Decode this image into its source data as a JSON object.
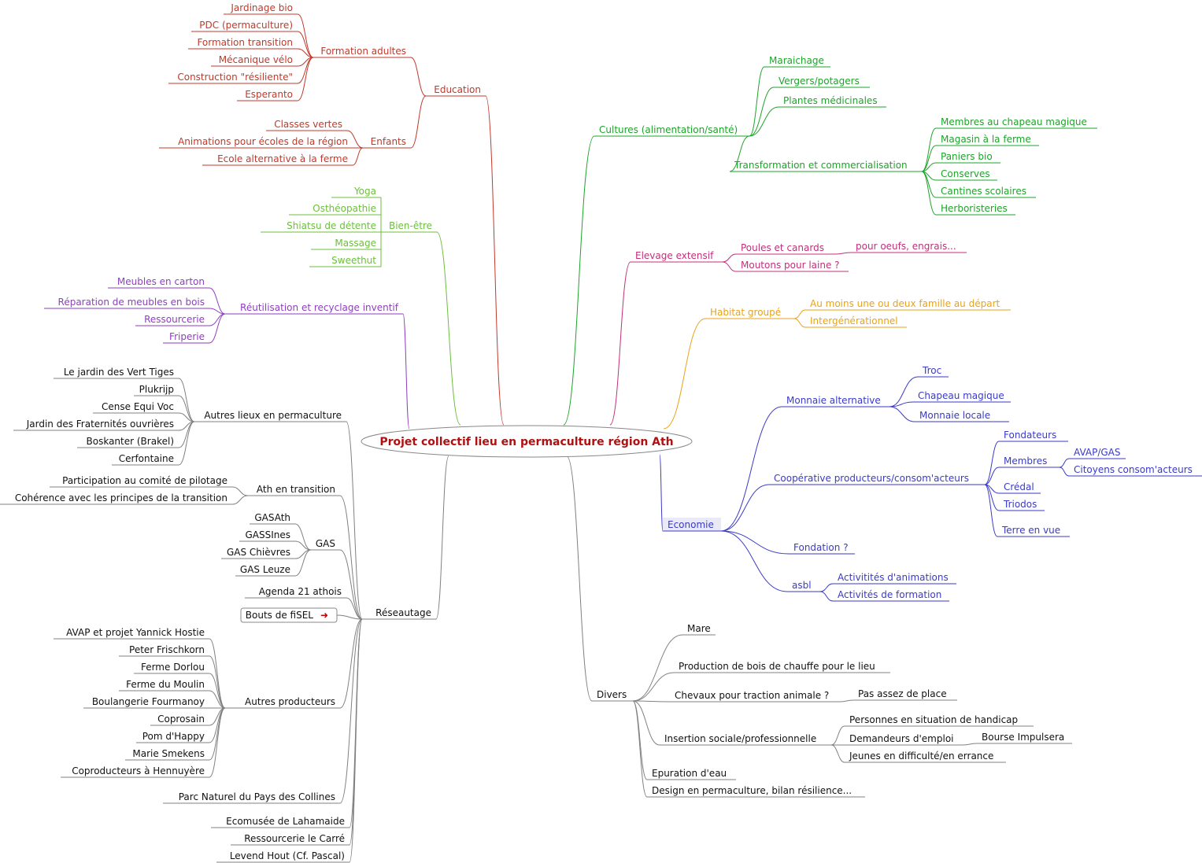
{
  "title": "Projet collectif lieu en permaculture région Ath",
  "colors": {
    "education": "#c0392b",
    "bienetre": "#6cbf3c",
    "reutil": "#8e3ebf",
    "reseau": "#808080",
    "text_dark": "#111111",
    "cultures": "#1ea32a",
    "elevage": "#c0307a",
    "habitat": "#e8a317",
    "economie": "#3a3ac8",
    "economie_bg": "#eaeaf6",
    "divers": "#808080",
    "title": "#b01010"
  },
  "branches": {
    "education": {
      "label": "Education",
      "formation_adultes": {
        "label": "Formation adultes",
        "items": [
          "Jardinage bio",
          "PDC (permaculture)",
          "Formation transition",
          "Mécanique vélo",
          "Construction \"résiliente\"",
          "Esperanto"
        ]
      },
      "enfants": {
        "label": "Enfants",
        "items": [
          "Classes vertes",
          "Animations pour écoles de la région",
          "Ecole alternative à la ferme"
        ]
      }
    },
    "bienetre": {
      "label": "Bien-être",
      "items": [
        "Yoga",
        "Osthéopathie",
        "Shiatsu de détente",
        "Massage",
        "Sweethut"
      ]
    },
    "reutil": {
      "label": "Réutilisation et recyclage inventif",
      "items": [
        "Meubles en carton",
        "Réparation de meubles en bois",
        "Ressourcerie",
        "Friperie"
      ]
    },
    "reseautage": {
      "label": "Réseautage",
      "autres_lieux": {
        "label": "Autres lieux en permaculture",
        "items": [
          "Le jardin des Vert Tiges",
          "Plukrijp",
          "Cense Equi Voc",
          "Jardin des Fraternités ouvrières",
          "Boskanter (Brakel)",
          "Cerfontaine"
        ]
      },
      "ath_transition": {
        "label": "Ath en transition",
        "items": [
          "Participation au comité de pilotage",
          "Cohérence avec les principes de la transition"
        ]
      },
      "gas": {
        "label": "GAS",
        "items": [
          "GASAth",
          "GASSInes",
          "GAS Chièvres",
          "GAS Leuze"
        ]
      },
      "agenda": "Agenda 21 athois",
      "bouts": "Bouts de fiSEL",
      "bouts_icon": "arrow-right-icon",
      "autres_producteurs": {
        "label": "Autres producteurs",
        "items": [
          "AVAP et projet Yannick Hostie",
          "Peter Frischkorn",
          "Ferme Dorlou",
          "Ferme du Moulin",
          "Boulangerie Fourmanoy",
          "Coprosain",
          "Pom d'Happy",
          "Marie Smekens",
          "Coproducteurs à Hennuyère"
        ]
      },
      "singles": [
        "Parc Naturel du Pays des Collines",
        "Ecomusée de Lahamaide",
        "Ressourcerie le Carré",
        "Levend Hout (Cf. Pascal)"
      ]
    },
    "cultures": {
      "label": "Cultures (alimentation/santé)",
      "items": [
        "Maraichage",
        "Vergers/potagers",
        "Plantes médicinales"
      ],
      "transformation": {
        "label": "Transformation et commercialisation",
        "items": [
          "Membres au chapeau magique",
          "Magasin à la ferme",
          "Paniers bio",
          "Conserves",
          "Cantines scolaires",
          "Herboristeries"
        ]
      }
    },
    "elevage": {
      "label": "Elevage extensif",
      "poules": "Poules et canards",
      "poules_detail": "pour oeufs, engrais...",
      "moutons": "Moutons pour laine ?"
    },
    "habitat": {
      "label": "Habitat groupé",
      "items": [
        "Au moins une ou deux famille au départ",
        "Intergénérationnel"
      ]
    },
    "economie": {
      "label": "Economie",
      "monnaie": {
        "label": "Monnaie alternative",
        "items": [
          "Troc",
          "Chapeau magique",
          "Monnaie locale"
        ]
      },
      "cooperative": {
        "label": "Coopérative producteurs/consom'acteurs",
        "fondateurs": "Fondateurs",
        "membres": "Membres",
        "membres_items": [
          "AVAP/GAS",
          "Citoyens consom'acteurs"
        ],
        "credal": "Crédal",
        "triodos": "Triodos",
        "terre": "Terre en vue"
      },
      "fondation": "Fondation ?",
      "asbl": {
        "label": "asbl",
        "items": [
          "Activitités d'animations",
          "Activités de formation"
        ]
      }
    },
    "divers": {
      "label": "Divers",
      "mare": "Mare",
      "bois": "Production de bois de chauffe pour le lieu",
      "chevaux": "Chevaux pour traction animale ?",
      "chevaux_detail": "Pas assez de place",
      "insertion": {
        "label": "Insertion sociale/professionnelle",
        "handicap": "Personnes en situation de handicap",
        "demandeurs": "Demandeurs d'emploi",
        "impulsera": "Bourse Impulsera",
        "jeunes": "Jeunes en difficulté/en errance"
      },
      "epuration": "Epuration d'eau",
      "design": "Design en permaculture, bilan résilience..."
    }
  }
}
